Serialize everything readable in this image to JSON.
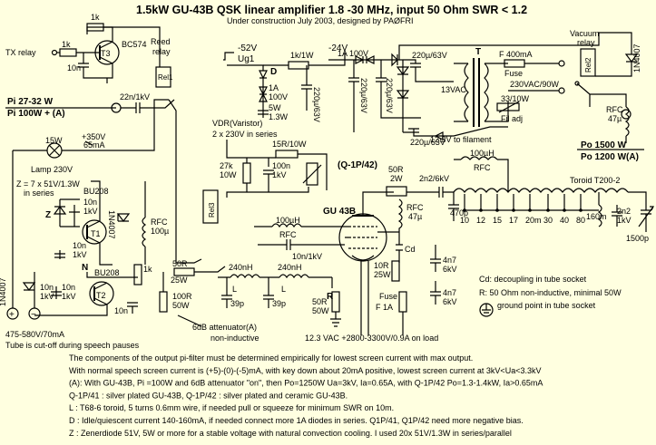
{
  "title": "1.5kW GU-43B QSK linear amplifier 1.8 -30 MHz, input 50 Ohm SWR < 1.2",
  "subtitle": "Under construction July 2003, designed by PAØFRI",
  "labels": {
    "tx_relay": "TX relay",
    "r_1k_top": "1k",
    "r_1k_left": "1k",
    "c_10n_t3": "10n",
    "t3": "T3",
    "bc574": "BC574",
    "reed_relay": "Reed\nrelay",
    "rel1": "Rel1",
    "pi_in1": "Pi  27-32 W",
    "pi_in2": "Pi  100W + (A)",
    "c_22n": "22n/1kV",
    "neg52": "-52V",
    "ug1": "Ug1",
    "d_label": "D",
    "r_1k1w": "1k/1W",
    "z_1a100v": "1A\n100V",
    "z_5w13w": "5W\n1.3W",
    "c_220_63_a": "220µ/63V",
    "neg24": "-24V",
    "d_1a100v": "1A  100V",
    "c_220_63_b": "220µ/63V",
    "c_220_63_c": "220µ/63V",
    "c_220_63_d": "220µ/63V",
    "c_220_63_e": "220µ/63V",
    "tr_t": "T",
    "v13vac": "13VAC",
    "fuse_f": "F  400mA",
    "fuse": "Fuse",
    "mains": "230VAC/90W",
    "r_33_10w": "33/10W",
    "fil_adj": "Fil adj",
    "to_filament": "12.3V to filament",
    "vac_relay": "Vacuum\nrelay",
    "rel2": "Rel2",
    "d_1n4007_r": "1N4007",
    "rfc_47u_r": "RFC\n47µ",
    "po1500": "Po 1500 W",
    "po1200": "Po 1200 W(A)",
    "lamp15w": "15W",
    "v350": "+350V",
    "ma65": "65mA",
    "lamp230": "Lamp 230V",
    "vdr1": "VDR(Varistor)",
    "vdr2": "2 x 230V in series",
    "r_15r10w": "15R/10W",
    "r_27k": "27k\n10W",
    "c_100n_1kv": "100n\n1kV",
    "z_eq1": "Z = 7 x 51V/1.3W",
    "z_eq2": "in series",
    "z_letter": "Z",
    "bu208_a": "BU208",
    "bu208_b": "BU208",
    "t1": "T1",
    "t2": "T2",
    "n_node": "N",
    "d_1n4007_a": "1N4007",
    "d_1n4007_b": "1N4007",
    "rfc_100u": "RFC\n100µ",
    "r_10n_1kv_a": "10n\n1kV",
    "r_10n_1kv_b": "10n\n1kV",
    "r_10n_1kv_c": "10n\n1kV",
    "r_10n_1kv_d": "10n\n1kV",
    "r_1k_mid": "1k",
    "c_10n_mid": "10n",
    "plus": "+",
    "minus": "−",
    "rel3": "Rel3",
    "r_50r_25w_l": "50R\n25W",
    "r_100r_50w": "100R\n50W",
    "c_39p_a": "39p",
    "c_39p_b": "39p",
    "l_240nh_a": "240nH",
    "l_240nh_b": "240nH",
    "l_a": "L",
    "l_b": "L",
    "rfc_100uh": "100µH",
    "rfc_mid": "RFC",
    "c_10n1kv_mid": "10n/1kV",
    "r_50r_50w": "50R\n50W",
    "r_node": "R",
    "atten1": "6dB attenuator(A)",
    "atten2": "non-inductive",
    "tube": "GU 43B",
    "tube_q": "(Q-1P/42)",
    "r_50r_2w": "50R\n2W",
    "c_2n2_6kv": "2n2/6kV",
    "rfc_100uh_top": "100µH",
    "rfc_top": "RFC",
    "rfc_47u_mid": "RFC\n47µ",
    "c_470p": "470p",
    "cd": "Cd",
    "r_10r_25w": "10R\n25W",
    "fuse_1a": "Fuse\nF  1A",
    "c_4n7_a": "4n7\n6kV",
    "c_4n7_b": "4n7\n6kV",
    "toroid": "Toroid  T200-2",
    "bands": [
      "10",
      "12",
      "15",
      "17",
      "20m",
      "30",
      "40",
      "80"
    ],
    "l_160m": "160m",
    "c_2n2_1kv": "2n2\n1kV",
    "c_1500p": "1500p",
    "hv": "12.3 VAC  +2800-3300V/0.9A  on load",
    "v475": "475-580V/70mA",
    "tube_cut": "Tube is cut-off during speech pauses"
  },
  "legend": {
    "cd": "Cd:  decoupling  in tube socket",
    "r": "R: 50 Ohm non-inductive, minimal 50W",
    "gnd": "ground point in tube socket"
  },
  "notes": [
    "The components of the output pi-filter must be determined empirically for lowest screen current with max output.",
    "With normal speech screen current is (+5)-(0)-(-5)mA, with key down about 20mA positive, lowest screen current at 3kV<Ua<3.3kV",
    "(A): With GU-43B, Pi =100W and 6dB attenuator \"on\", then Po=1250W Ua=3kV, Ia=0.65A, with Q-1P/42  Po=1.3-1.4kW, Ia>0.65mA",
    "Q-1P/41 : silver plated GU-43B,  Q-1P/42 : silver plated and ceramic GU-43B.",
    "L : T68-6 toroid,  5 turns 0.6mm wire, if needed pull or squeeze for minimum SWR on 10m.",
    "D : Idle/quiescent current 140-160mA, if needed connect more 1A diodes in series. Q1P/41, Q1P/42 need more negative bias.",
    "Z : Zenerdiode 51V, 5W or more for a stable voltage with natural convection cooling. I used 20x 51V/1.3W in series/parallel"
  ]
}
